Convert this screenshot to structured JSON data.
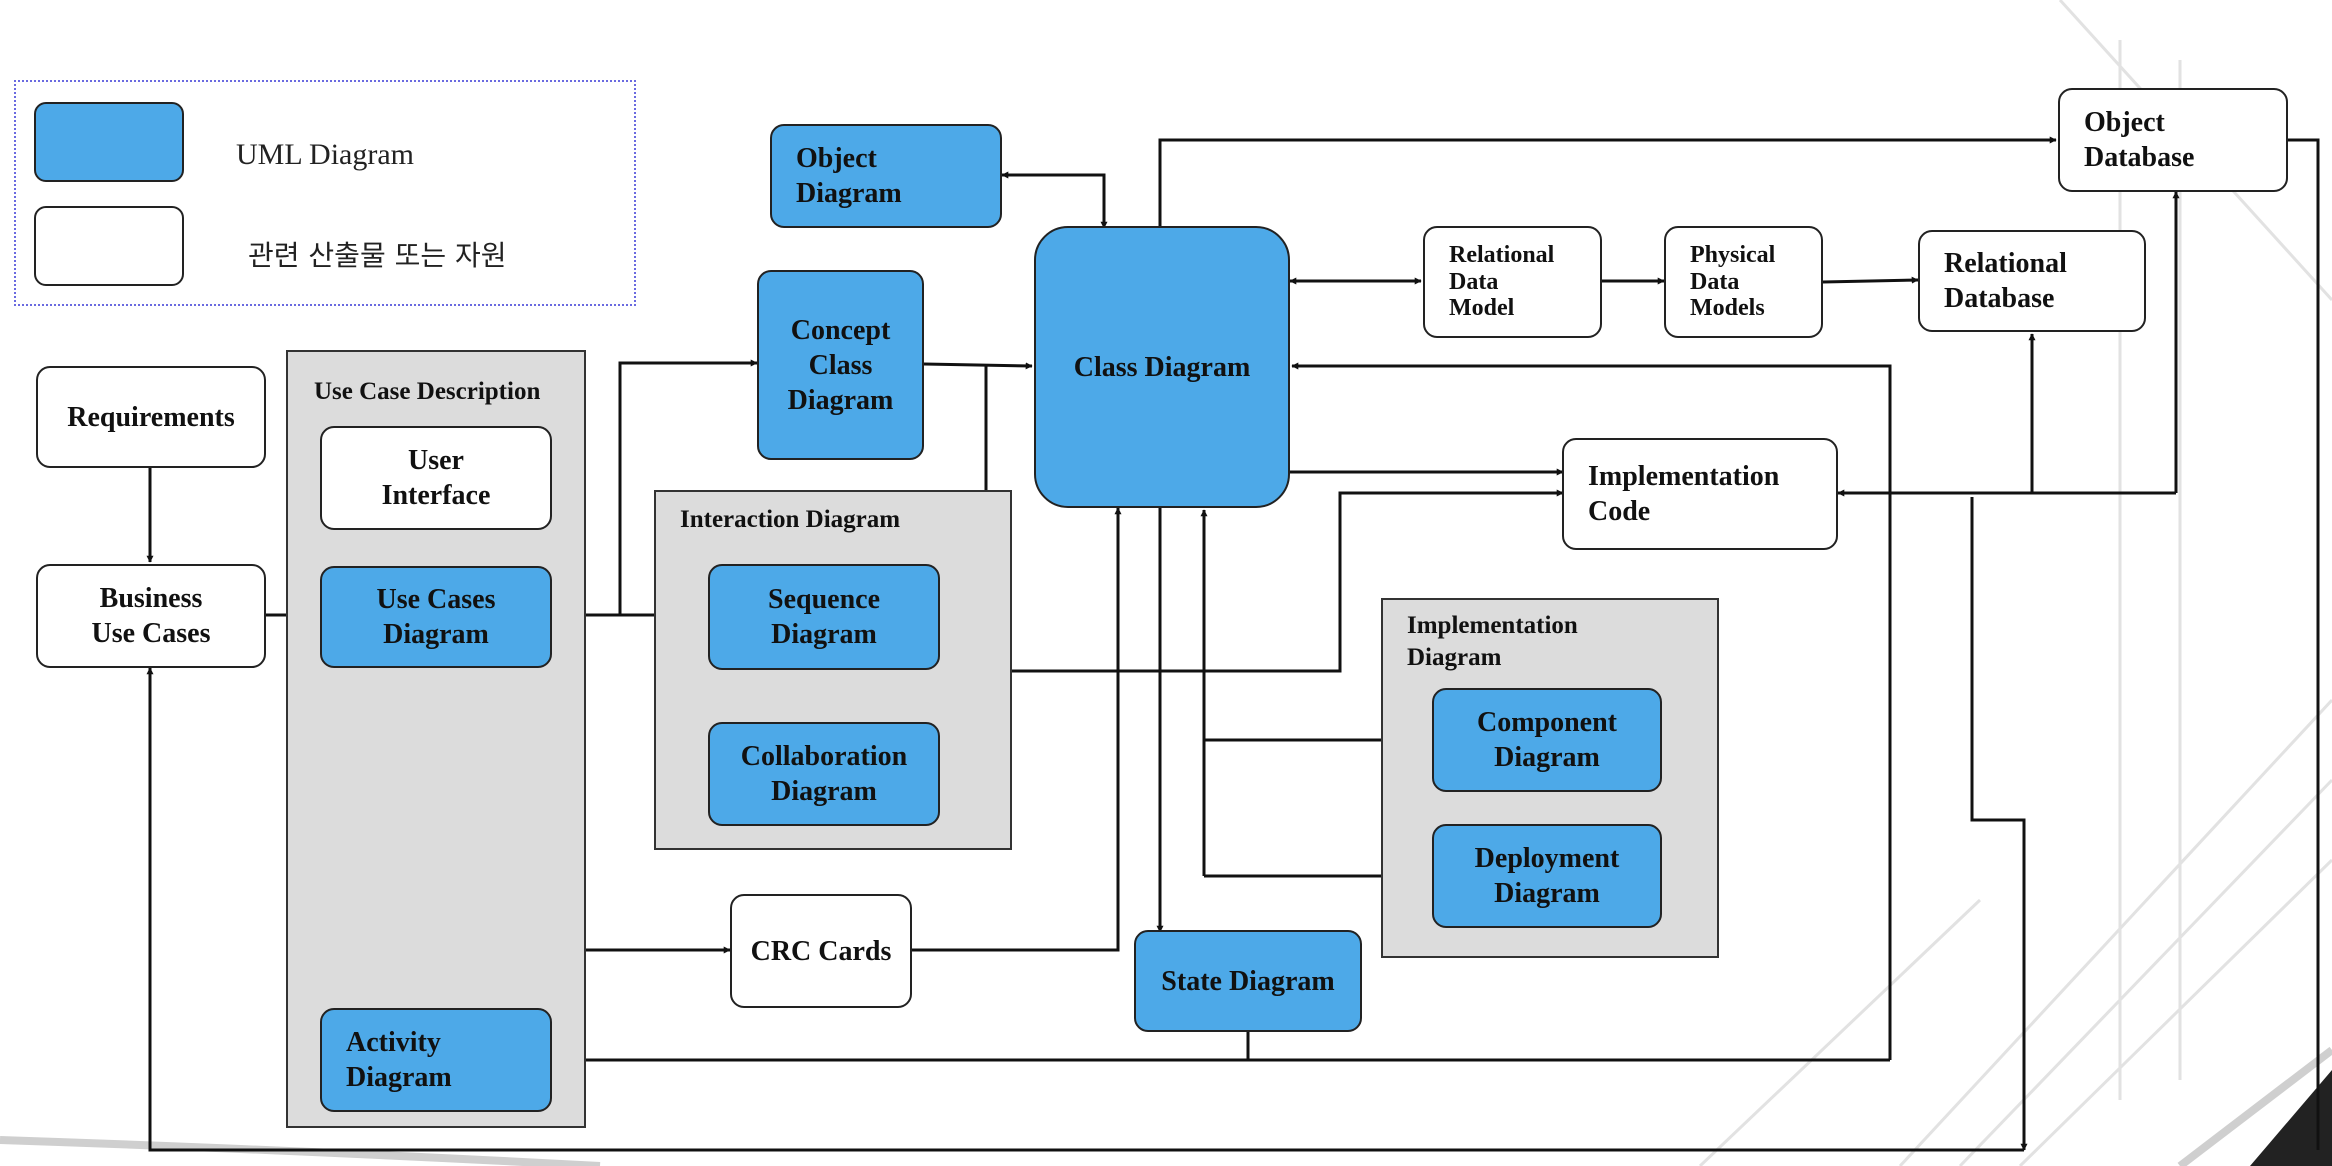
{
  "legend": {
    "uml_label": "UML Diagram",
    "resource_label": "관련 산출물 또는 자원"
  },
  "groups": {
    "use_case_description": "Use Case Description",
    "interaction_diagram": "Interaction Diagram",
    "implementation_diagram": "Implementation\nDiagram"
  },
  "nodes": {
    "requirements": "Requirements",
    "business_use_cases": "Business\nUse Cases",
    "user_interface": "User\nInterface",
    "use_cases_diagram": "Use Cases\nDiagram",
    "activity_diagram": "Activity\nDiagram",
    "object_diagram": "Object\nDiagram",
    "concept_class_diagram": "Concept\nClass\nDiagram",
    "sequence_diagram": "Sequence\nDiagram",
    "collaboration_diagram": "Collaboration\nDiagram",
    "crc_cards": "CRC Cards",
    "class_diagram": "Class Diagram",
    "state_diagram": "State Diagram",
    "relational_data_model": "Relational\nData\nModel",
    "physical_data_models": "Physical\nData\nModels",
    "relational_database": "Relational\nDatabase",
    "object_database": "Object\nDatabase",
    "implementation_code": "Implementation\nCode",
    "component_diagram": "Component\nDiagram",
    "deployment_diagram": "Deployment\nDiagram"
  },
  "colors": {
    "uml_fill": "#4da9e8",
    "resource_fill": "#ffffff",
    "group_fill": "#dcdcdc",
    "line": "#111111"
  }
}
